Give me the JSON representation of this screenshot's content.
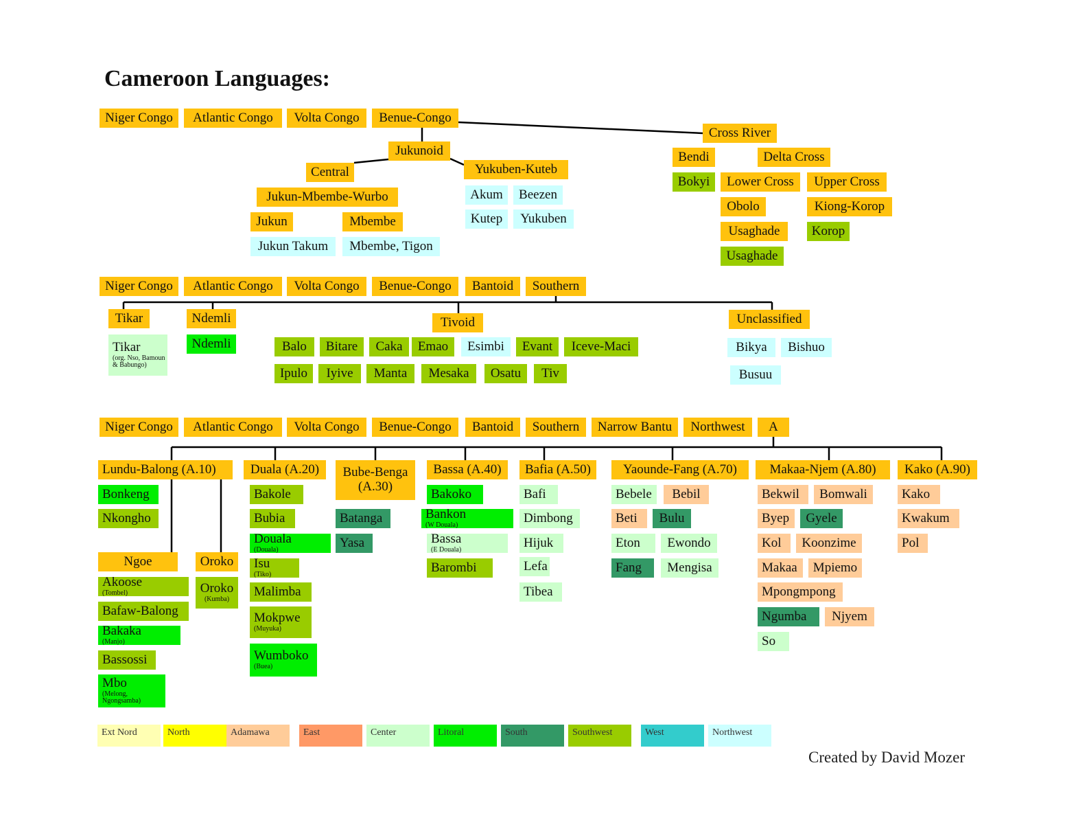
{
  "title": "Cameroon Languages:",
  "credit": "Created by David Mozer",
  "colors": {
    "branch": "#ffc20e",
    "ext_nord": "#ffffb3",
    "north": "#ffff00",
    "adamawa": "#ffcc99",
    "east": "#ff9966",
    "center": "#ccffcc",
    "litoral": "#00ee00",
    "south": "#339966",
    "southwest": "#99cc00",
    "west": "#33cccc",
    "northwest": "#ccffff",
    "line": "#000000"
  },
  "legend": [
    {
      "label": "Ext Nord",
      "c": "ext_nord"
    },
    {
      "label": "North",
      "c": "north"
    },
    {
      "label": "Adamawa",
      "c": "adamawa"
    },
    {
      "label": "East",
      "c": "east"
    },
    {
      "label": "Center",
      "c": "center"
    },
    {
      "label": "Litoral",
      "c": "litoral"
    },
    {
      "label": "South",
      "c": "south"
    },
    {
      "label": "Southwest",
      "c": "southwest"
    },
    {
      "label": "West",
      "c": "west"
    },
    {
      "label": "Northwest",
      "c": "northwest"
    }
  ],
  "nodes": [
    {
      "id": "s1_niger",
      "label": "Niger Congo",
      "c": "branch"
    },
    {
      "id": "s1_atlantic",
      "label": "Atlantic Congo",
      "c": "branch"
    },
    {
      "id": "s1_volta",
      "label": "Volta Congo",
      "c": "branch"
    },
    {
      "id": "s1_benue",
      "label": "Benue-Congo",
      "c": "branch"
    },
    {
      "id": "s1_crossriver",
      "label": "Cross River",
      "c": "branch"
    },
    {
      "id": "s1_jukunoid",
      "label": "Jukunoid",
      "c": "branch"
    },
    {
      "id": "s1_central",
      "label": "Central",
      "c": "branch"
    },
    {
      "id": "s1_yukuben_kuteb",
      "label": "Yukuben-Kuteb",
      "c": "branch"
    },
    {
      "id": "s1_jmw",
      "label": "Jukun-Mbembe-Wurbo",
      "c": "branch"
    },
    {
      "id": "s1_jukun",
      "label": "Jukun",
      "c": "branch"
    },
    {
      "id": "s1_mbembe",
      "label": "Mbembe",
      "c": "branch"
    },
    {
      "id": "s1_jukun_takum",
      "label": "Jukun Takum",
      "c": "northwest"
    },
    {
      "id": "s1_mbembe_tigon",
      "label": "Mbembe, Tigon",
      "c": "northwest"
    },
    {
      "id": "s1_akum",
      "label": "Akum",
      "c": "northwest"
    },
    {
      "id": "s1_beezen",
      "label": "Beezen",
      "c": "northwest"
    },
    {
      "id": "s1_kutep",
      "label": "Kutep",
      "c": "northwest"
    },
    {
      "id": "s1_yukuben",
      "label": "Yukuben",
      "c": "northwest"
    },
    {
      "id": "s1_bendi",
      "label": "Bendi",
      "c": "branch"
    },
    {
      "id": "s1_delta_cross",
      "label": "Delta Cross",
      "c": "branch"
    },
    {
      "id": "s1_bokyi",
      "label": "Bokyi",
      "c": "southwest"
    },
    {
      "id": "s1_lower_cross",
      "label": "Lower Cross",
      "c": "branch"
    },
    {
      "id": "s1_upper_cross",
      "label": "Upper Cross",
      "c": "branch"
    },
    {
      "id": "s1_obolo",
      "label": "Obolo",
      "c": "branch"
    },
    {
      "id": "s1_kiong_korop",
      "label": "Kiong-Korop",
      "c": "branch"
    },
    {
      "id": "s1_usaghade_a",
      "label": "Usaghade",
      "c": "branch"
    },
    {
      "id": "s1_korop",
      "label": "Korop",
      "c": "southwest"
    },
    {
      "id": "s1_usaghade_b",
      "label": "Usaghade",
      "c": "southwest"
    },
    {
      "id": "s2_niger",
      "label": "Niger Congo",
      "c": "branch"
    },
    {
      "id": "s2_atlantic",
      "label": "Atlantic Congo",
      "c": "branch"
    },
    {
      "id": "s2_volta",
      "label": "Volta Congo",
      "c": "branch"
    },
    {
      "id": "s2_benue",
      "label": "Benue-Congo",
      "c": "branch"
    },
    {
      "id": "s2_bantoid",
      "label": "Bantoid",
      "c": "branch"
    },
    {
      "id": "s2_southern",
      "label": "Southern",
      "c": "branch"
    },
    {
      "id": "s2_tikar_h",
      "label": "Tikar",
      "c": "branch"
    },
    {
      "id": "s2_ndemli_h",
      "label": "Ndemli",
      "c": "branch"
    },
    {
      "id": "s2_tivoid",
      "label": "Tivoid",
      "c": "branch"
    },
    {
      "id": "s2_unclassified",
      "label": "Unclassified",
      "c": "branch"
    },
    {
      "id": "s2_tikar",
      "label": "Tikar",
      "sub": "(org. Nso, Bamoun & Babungo)",
      "c": "center"
    },
    {
      "id": "s2_ndemli",
      "label": "Ndemli",
      "c": "litoral"
    },
    {
      "id": "s2_balo",
      "label": "Balo",
      "c": "southwest"
    },
    {
      "id": "s2_bitare",
      "label": "Bitare",
      "c": "southwest"
    },
    {
      "id": "s2_caka",
      "label": "Caka",
      "c": "southwest"
    },
    {
      "id": "s2_emao",
      "label": "Emao",
      "c": "southwest"
    },
    {
      "id": "s2_esimbi",
      "label": "Esimbi",
      "c": "northwest"
    },
    {
      "id": "s2_evant",
      "label": "Evant",
      "c": "southwest"
    },
    {
      "id": "s2_iceve",
      "label": "Iceve-Maci",
      "c": "southwest"
    },
    {
      "id": "s2_ipulo",
      "label": "Ipulo",
      "c": "southwest"
    },
    {
      "id": "s2_iyive",
      "label": "Iyive",
      "c": "southwest"
    },
    {
      "id": "s2_manta",
      "label": "Manta",
      "c": "southwest"
    },
    {
      "id": "s2_mesaka",
      "label": "Mesaka",
      "c": "southwest"
    },
    {
      "id": "s2_osatu",
      "label": "Osatu",
      "c": "southwest"
    },
    {
      "id": "s2_tiv",
      "label": "Tiv",
      "c": "southwest"
    },
    {
      "id": "s2_bikya",
      "label": "Bikya",
      "c": "northwest"
    },
    {
      "id": "s2_bishuo",
      "label": "Bishuo",
      "c": "northwest"
    },
    {
      "id": "s2_busuu",
      "label": "Busuu",
      "c": "northwest"
    },
    {
      "id": "s3_niger",
      "label": "Niger Congo",
      "c": "branch"
    },
    {
      "id": "s3_atlantic",
      "label": "Atlantic Congo",
      "c": "branch"
    },
    {
      "id": "s3_volta",
      "label": "Volta Congo",
      "c": "branch"
    },
    {
      "id": "s3_benue",
      "label": "Benue-Congo",
      "c": "branch"
    },
    {
      "id": "s3_bantoid",
      "label": "Bantoid",
      "c": "branch"
    },
    {
      "id": "s3_southern",
      "label": "Southern",
      "c": "branch"
    },
    {
      "id": "s3_narrow",
      "label": "Narrow Bantu",
      "c": "branch"
    },
    {
      "id": "s3_northwest",
      "label": "Northwest",
      "c": "branch"
    },
    {
      "id": "s3_a",
      "label": "A",
      "c": "branch"
    },
    {
      "id": "a10",
      "label": "Lundu-Balong (A.10)",
      "c": "branch"
    },
    {
      "id": "a20",
      "label": "Duala (A.20)",
      "c": "branch"
    },
    {
      "id": "a30",
      "label": "Bube-Benga (A.30)",
      "c": "branch"
    },
    {
      "id": "a40",
      "label": "Bassa (A.40)",
      "c": "branch"
    },
    {
      "id": "a50",
      "label": "Bafia (A.50)",
      "c": "branch"
    },
    {
      "id": "a70",
      "label": "Yaounde-Fang (A.70)",
      "c": "branch"
    },
    {
      "id": "a80",
      "label": "Makaa-Njem (A.80)",
      "c": "branch"
    },
    {
      "id": "a90",
      "label": "Kako (A.90)",
      "c": "branch"
    },
    {
      "id": "bonkeng",
      "label": "Bonkeng",
      "c": "litoral"
    },
    {
      "id": "nkongho",
      "label": "Nkongho",
      "c": "southwest"
    },
    {
      "id": "ngoe",
      "label": "Ngoe",
      "c": "branch"
    },
    {
      "id": "oroko_h",
      "label": "Oroko",
      "c": "branch"
    },
    {
      "id": "akoose",
      "label": "Akoose",
      "sub": "(Tombel)",
      "c": "southwest"
    },
    {
      "id": "bafaw",
      "label": "Bafaw-Balong",
      "c": "southwest"
    },
    {
      "id": "bakaka",
      "label": "Bakaka",
      "sub": "(Manjo)",
      "c": "litoral"
    },
    {
      "id": "bassossi",
      "label": "Bassossi",
      "c": "southwest"
    },
    {
      "id": "mbo",
      "label": "Mbo",
      "sub": "(Melong, Ngongsamba)",
      "c": "litoral"
    },
    {
      "id": "oroko",
      "label": "Oroko",
      "sub": "(Kumba)",
      "c": "southwest"
    },
    {
      "id": "bakole",
      "label": "Bakole",
      "c": "southwest"
    },
    {
      "id": "bubia",
      "label": "Bubia",
      "c": "southwest"
    },
    {
      "id": "douala",
      "label": "Douala",
      "sub": "(Douala)",
      "c": "litoral"
    },
    {
      "id": "isu",
      "label": "Isu",
      "sub": "(Tiko)",
      "c": "southwest"
    },
    {
      "id": "malimba",
      "label": "Malimba",
      "c": "southwest"
    },
    {
      "id": "mokpwe",
      "label": "Mokpwe",
      "sub": "(Muyuka)",
      "c": "southwest"
    },
    {
      "id": "wumboko",
      "label": "Wumboko",
      "sub": "(Buea)",
      "c": "litoral"
    },
    {
      "id": "batanga",
      "label": "Batanga",
      "c": "south"
    },
    {
      "id": "yasa",
      "label": "Yasa",
      "c": "south"
    },
    {
      "id": "bakoko",
      "label": "Bakoko",
      "c": "litoral"
    },
    {
      "id": "bankon",
      "label": "Bankon",
      "sub": "(W Douala)",
      "c": "litoral"
    },
    {
      "id": "bassa",
      "label": "Bassa",
      "sub": "(E Douala)",
      "c": "center"
    },
    {
      "id": "barombi",
      "label": "Barombi",
      "c": "southwest"
    },
    {
      "id": "bafi",
      "label": "Bafi",
      "c": "center"
    },
    {
      "id": "dimbong",
      "label": "Dimbong",
      "c": "center"
    },
    {
      "id": "hijuk",
      "label": "Hijuk",
      "c": "center"
    },
    {
      "id": "lefa",
      "label": "Lefa",
      "c": "center"
    },
    {
      "id": "tibea",
      "label": "Tibea",
      "c": "center"
    },
    {
      "id": "bebele",
      "label": "Bebele",
      "c": "center"
    },
    {
      "id": "bebil",
      "label": "Bebil",
      "c": "adamawa"
    },
    {
      "id": "beti",
      "label": "Beti",
      "c": "adamawa"
    },
    {
      "id": "bulu",
      "label": "Bulu",
      "c": "south"
    },
    {
      "id": "eton",
      "label": "Eton",
      "c": "center"
    },
    {
      "id": "ewondo",
      "label": "Ewondo",
      "c": "center"
    },
    {
      "id": "fang",
      "label": "Fang",
      "c": "south"
    },
    {
      "id": "mengisa",
      "label": "Mengisa",
      "c": "center"
    },
    {
      "id": "bekwil",
      "label": "Bekwil",
      "c": "adamawa"
    },
    {
      "id": "bomwali",
      "label": "Bomwali",
      "c": "adamawa"
    },
    {
      "id": "byep",
      "label": "Byep",
      "c": "adamawa"
    },
    {
      "id": "gyele",
      "label": "Gyele",
      "c": "south"
    },
    {
      "id": "kol",
      "label": "Kol",
      "c": "adamawa"
    },
    {
      "id": "koonzime",
      "label": "Koonzime",
      "c": "adamawa"
    },
    {
      "id": "makaa",
      "label": "Makaa",
      "c": "adamawa"
    },
    {
      "id": "mpiemo",
      "label": "Mpiemo",
      "c": "adamawa"
    },
    {
      "id": "mpongmpong",
      "label": "Mpongmpong",
      "c": "adamawa"
    },
    {
      "id": "ngumba",
      "label": "Ngumba",
      "c": "south"
    },
    {
      "id": "njyem",
      "label": "Njyem",
      "c": "adamawa"
    },
    {
      "id": "so",
      "label": "So",
      "c": "center"
    },
    {
      "id": "kako",
      "label": "Kako",
      "c": "adamawa"
    },
    {
      "id": "kwakum",
      "label": "Kwakum",
      "c": "adamawa"
    },
    {
      "id": "pol",
      "label": "Pol",
      "c": "adamawa"
    }
  ]
}
